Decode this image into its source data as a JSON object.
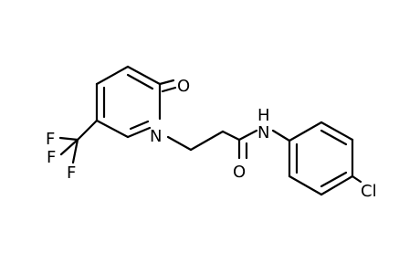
{
  "molecule": {
    "atom_labels": {
      "oxygen_ketone": "O",
      "nitrogen_ring": "N",
      "fluorine_1": "F",
      "fluorine_2": "F",
      "fluorine_3": "F",
      "oxygen_amide": "O",
      "nh_group": "H",
      "nitrogen_amide": "N",
      "chlorine": "Cl"
    }
  }
}
